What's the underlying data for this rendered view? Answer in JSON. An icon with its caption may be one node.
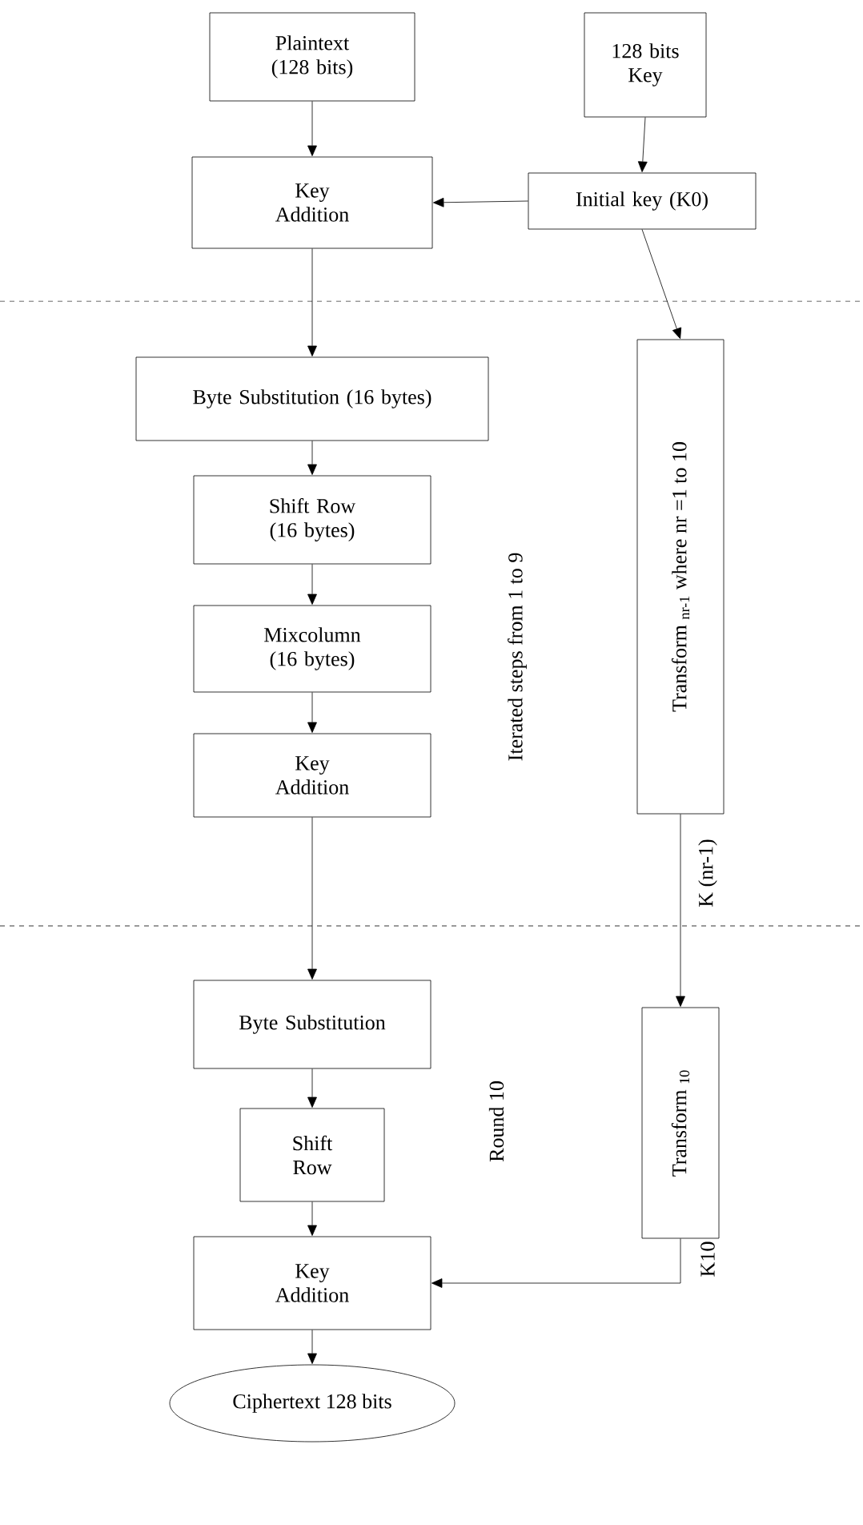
{
  "diagram": {
    "nodes": [
      {
        "text": [
          "Plaintext (128 bits)"
        ]
      },
      {
        "text": [
          "128 bits Key"
        ]
      },
      {
        "text": [
          "Key Addition"
        ]
      },
      {
        "text": [
          "Initial key (K0)"
        ]
      },
      {
        "text": [
          "Byte Substitution (16 bytes)"
        ]
      },
      {
        "text": [
          "Shift Row (16 bytes)"
        ]
      },
      {
        "text": [
          "Mixcolumn (16 bytes)"
        ]
      },
      {
        "text": [
          "Key Addition"
        ]
      },
      {
        "text": [
          "Transform $_{nr-1}$ where nr =1 to 10"
        ]
      },
      {
        "text": [
          "Byte Substitution"
        ]
      },
      {
        "text": [
          "Shift Row"
        ]
      },
      {
        "text": [
          "Key Addition"
        ]
      },
      {
        "text": [
          "Transform $_{10}$"
        ]
      },
      {
        "text": [
          "Ciphertext 128 bits"
        ]
      }
    ],
    "edges": [
      {
        "from": 0,
        "to": 2,
        "arrow": "to"
      },
      {
        "from": 1,
        "to": 3,
        "arrow": "to"
      },
      {
        "from": 3,
        "to": 2,
        "arrow": "to"
      },
      {
        "from": 2,
        "to": 4,
        "arrow": "to"
      },
      {
        "from": 3,
        "to": 8,
        "arrow": "to"
      },
      {
        "from": 4,
        "to": 5,
        "arrow": "to"
      },
      {
        "from": 5,
        "to": 6,
        "arrow": "to"
      },
      {
        "from": 6,
        "to": 7,
        "arrow": "to"
      },
      {
        "from": 7,
        "to": 9,
        "arrow": "to"
      },
      {
        "from": 8,
        "to": 12,
        "arrow": "to",
        "label": "K (nr-1)"
      },
      {
        "from": 9,
        "to": 10,
        "arrow": "to"
      },
      {
        "from": 10,
        "to": 11,
        "arrow": "to"
      },
      {
        "from": 12,
        "to": 11,
        "arrow": "to",
        "label": "K10"
      },
      {
        "from": 11,
        "to": 13,
        "arrow": "to"
      }
    ],
    "labels": [
      "Iterated steps from 1 to 9",
      "Round 10"
    ]
  }
}
